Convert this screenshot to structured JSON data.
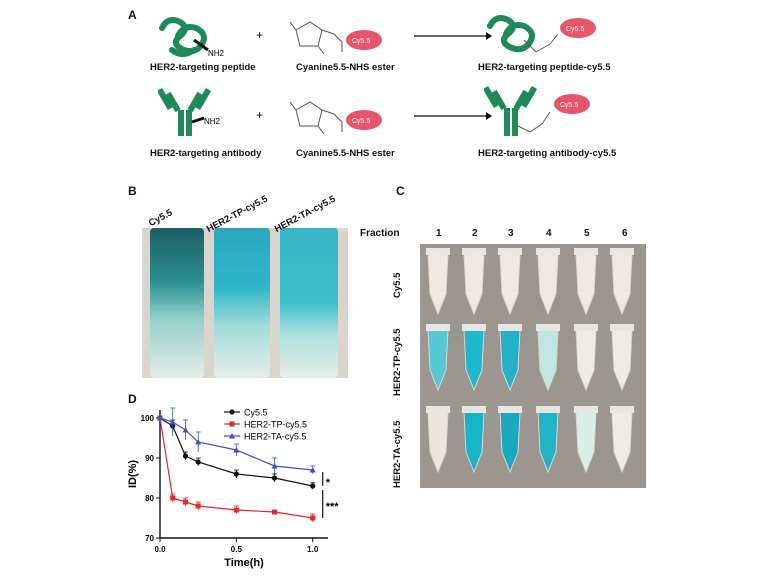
{
  "panelA": {
    "letter": "A",
    "row1": {
      "reactant1": "HER2-targeting peptide",
      "reactant2": "Cyanine5.5-NHS ester",
      "product": "HER2-targeting peptide-cy5.5"
    },
    "row2": {
      "reactant1": "HER2-targeting antibody",
      "reactant2": "Cyanine5.5-NHS ester",
      "product": "HER2-targeting antibody-cy5.5"
    },
    "plus": "+",
    "nh2": "NH2",
    "dye_label": "Cy5.5",
    "colors": {
      "green": "#1d8a5a",
      "dye": "#e8556b"
    }
  },
  "panelB": {
    "letter": "B",
    "columns": [
      "Cy5.5",
      "HER2-TP-cy5.5",
      "HER2-TA-cy5.5"
    ]
  },
  "panelC": {
    "letter": "C",
    "fraction_label": "Fraction",
    "fractions": [
      "1",
      "2",
      "3",
      "4",
      "5",
      "6"
    ],
    "rows": [
      "Cy5.5",
      "HER2-TP-cy5.5",
      "HER2-TA-cy5.5"
    ]
  },
  "panelD": {
    "letter": "D"
  },
  "chart_data": {
    "type": "line",
    "xlabel": "Time(h)",
    "ylabel": "ID(%)",
    "xlim": [
      0,
      1.1
    ],
    "ylim": [
      70,
      102
    ],
    "xticks": [
      "0.0",
      "0.5",
      "1.0"
    ],
    "yticks": [
      "70",
      "80",
      "90",
      "100"
    ],
    "legend_position": "top-right",
    "significance": [
      "*",
      "***"
    ],
    "series": [
      {
        "name": "Cy5.5",
        "color": "#111111",
        "marker": "circle",
        "x": [
          0,
          0.083,
          0.167,
          0.25,
          0.5,
          0.75,
          1.0
        ],
        "y": [
          100,
          98,
          90.5,
          89,
          86,
          85,
          83
        ],
        "err": [
          0.5,
          1.5,
          1.0,
          1.0,
          1.0,
          1.0,
          0.8
        ]
      },
      {
        "name": "HER2-TP-cy5.5",
        "color": "#e8262b",
        "marker": "square",
        "x": [
          0,
          0.083,
          0.167,
          0.25,
          0.5,
          0.75,
          1.0
        ],
        "y": [
          100,
          80,
          79,
          78,
          77,
          76.5,
          75
        ],
        "err": [
          0.5,
          1.0,
          1.0,
          1.0,
          1.0,
          0.5,
          1.0
        ]
      },
      {
        "name": "HER2-TA-cy5.5",
        "color": "#3a4fc9",
        "marker": "triangle",
        "x": [
          0,
          0.083,
          0.167,
          0.25,
          0.5,
          0.75,
          1.0
        ],
        "y": [
          100,
          99,
          97,
          94,
          92,
          88,
          87
        ],
        "err": [
          0.5,
          3.5,
          2.5,
          2.5,
          1.5,
          2.0,
          1.0
        ]
      }
    ]
  }
}
